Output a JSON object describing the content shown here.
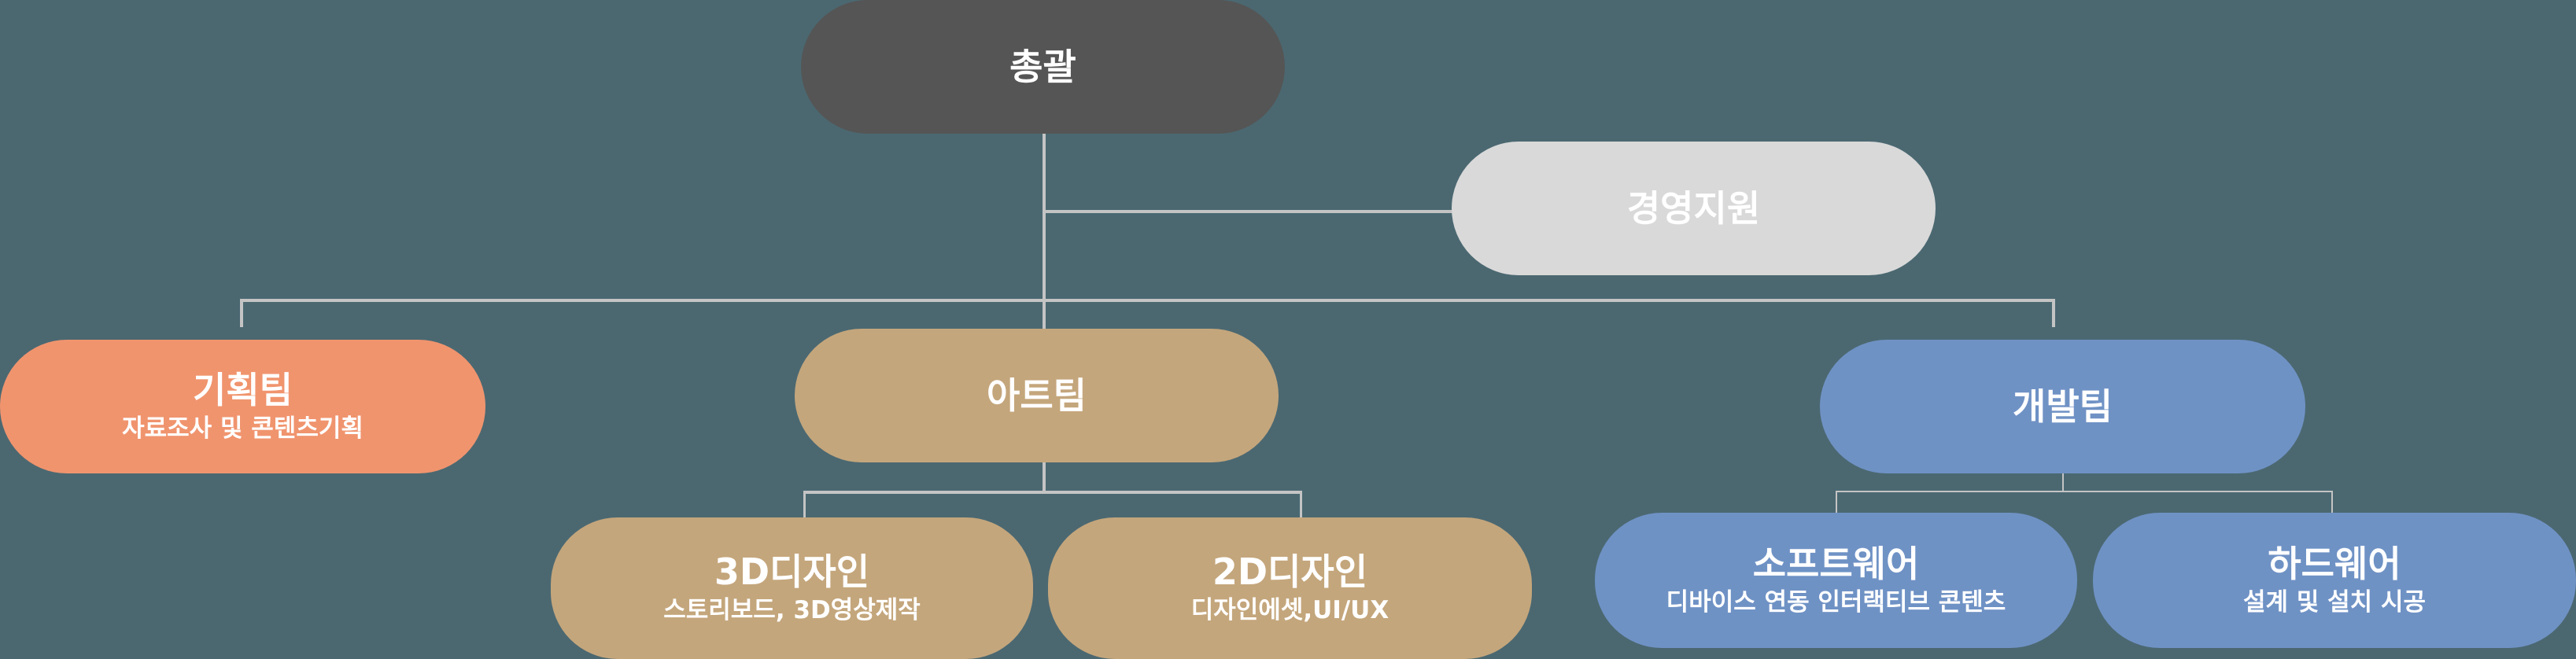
{
  "chart_title": "",
  "colors": {
    "background": "#4b6871",
    "connector": "#c4c4c4",
    "executive": "#555555",
    "support": "#d9d9d9",
    "planning": "#f0946e",
    "art": "#c4a67c",
    "development": "#6f92c5",
    "text": "#ffffff"
  },
  "org": {
    "root": {
      "title": "총괄"
    },
    "support": {
      "title": "경영지원"
    },
    "teams": [
      {
        "title": "기획팀",
        "subtitle": "자료조사 및 콘텐츠기획",
        "children": []
      },
      {
        "title": "아트팀",
        "children": [
          {
            "title": "3D디자인",
            "subtitle": "스토리보드, 3D영상제작"
          },
          {
            "title": "2D디자인",
            "subtitle": "디자인에셋,UI/UX"
          }
        ]
      },
      {
        "title": "개발팀",
        "children": [
          {
            "title": "소프트웨어",
            "subtitle": "디바이스 연동 인터랙티브 콘텐츠"
          },
          {
            "title": "하드웨어",
            "subtitle": "설계 및 설치 시공"
          }
        ]
      }
    ]
  }
}
